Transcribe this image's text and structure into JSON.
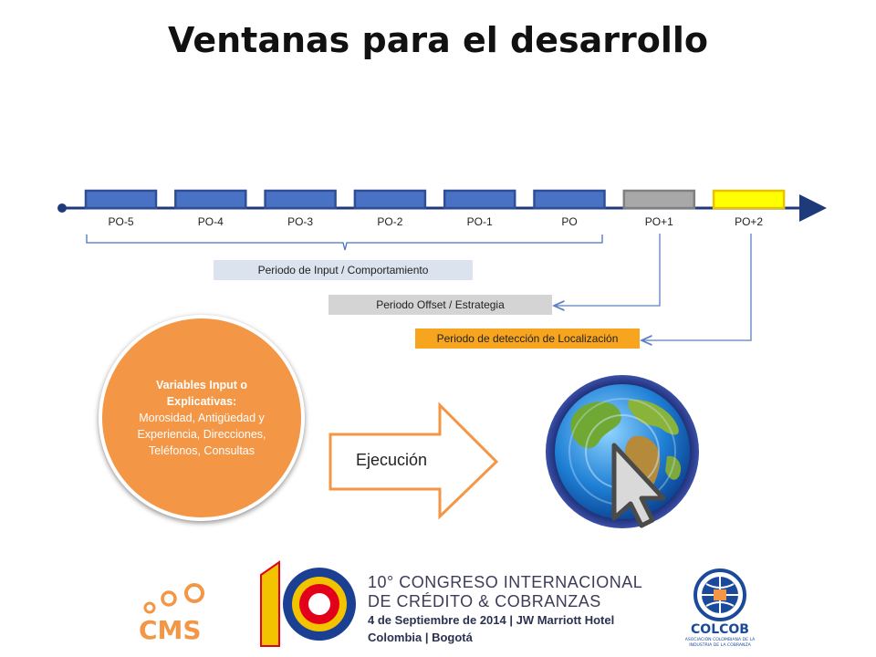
{
  "slide": {
    "title": "Ventanas para el desarrollo"
  },
  "timeline": {
    "periods": [
      "PO-5",
      "PO-4",
      "PO-3",
      "PO-2",
      "PO-1",
      "PO",
      "PO+1",
      "PO+2"
    ],
    "colors": {
      "input": "#4a72c4",
      "offset": "#a8a8a8",
      "detection": "#ffff00",
      "axis": "#1f3a7a"
    }
  },
  "windows": {
    "input": "Periodo de Input / Comportamiento",
    "offset": "Periodo Offset / Estrategia",
    "detection": "Periodo de detección de Localización"
  },
  "variables": {
    "heading": "Variables Input o Explicativas:",
    "body": "Morosidad, Antigüedad y Experiencia, Direcciones, Teléfonos, Consultas"
  },
  "execution_label": "Ejecución",
  "footer": {
    "cms_logo": "CMS",
    "anniversary": "10",
    "congress_line1": "10° CONGRESO INTERNACIONAL",
    "congress_line2": "DE CRÉDITO & COBRANZAS",
    "congress_line3": "4 de Septiembre de 2014 | JW Marriott Hotel",
    "congress_line4": "Colombia | Bogotá",
    "colcob_name": "COLCOB",
    "colcob_sub1": "ASOCIACIÓN COLOMBIANA DE LA",
    "colcob_sub2": "INDUSTRIA DE LA COBRANZA"
  }
}
